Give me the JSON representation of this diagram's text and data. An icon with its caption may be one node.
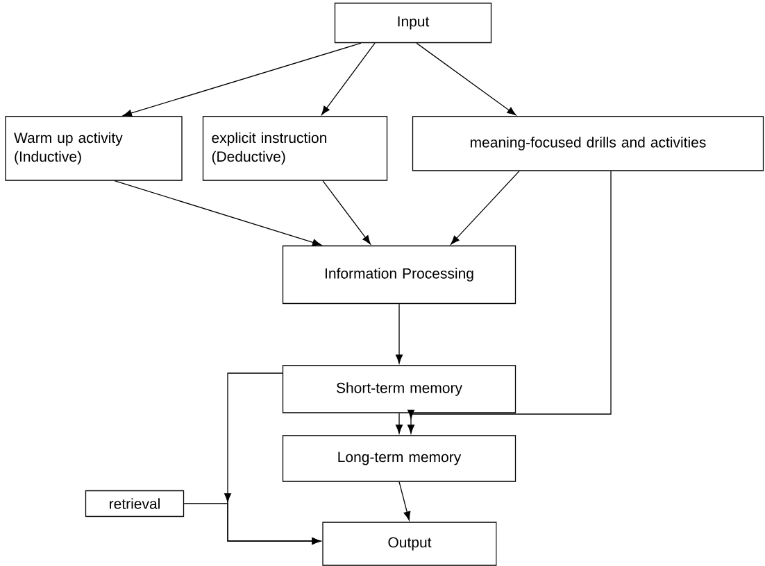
{
  "diagram": {
    "nodes": [
      {
        "text": [
          "Input"
        ]
      },
      {
        "text": [
          "Warm up activity (Inductive)"
        ]
      },
      {
        "text": [
          "explicit instruction (Deductive)"
        ]
      },
      {
        "text": [
          "meaning-focused drills and activities"
        ]
      },
      {
        "text": [
          "Information Processing"
        ]
      },
      {
        "text": [
          "Short-term memory"
        ]
      },
      {
        "text": [
          "Long-term memory"
        ]
      },
      {
        "text": [
          "retrieval"
        ]
      },
      {
        "text": [
          "Output"
        ]
      }
    ],
    "edges": [
      {
        "from": 0,
        "to": 1,
        "arrow": "to"
      },
      {
        "from": 0,
        "to": 2,
        "arrow": "to"
      },
      {
        "from": 0,
        "to": 3,
        "arrow": "to"
      },
      {
        "from": 1,
        "to": 4,
        "arrow": "to"
      },
      {
        "from": 2,
        "to": 4,
        "arrow": "to"
      },
      {
        "from": 3,
        "to": 4,
        "arrow": "to"
      },
      {
        "from": 4,
        "to": 5,
        "arrow": "to"
      },
      {
        "from": 5,
        "to": 6,
        "arrow": "to"
      },
      {
        "from": 3,
        "to": 6,
        "arrow": "to"
      },
      {
        "from": 5,
        "to": 8,
        "arrow": "to"
      },
      {
        "from": 7,
        "to": 8,
        "arrow": "to"
      },
      {
        "from": 6,
        "to": 8,
        "arrow": "to"
      }
    ]
  }
}
